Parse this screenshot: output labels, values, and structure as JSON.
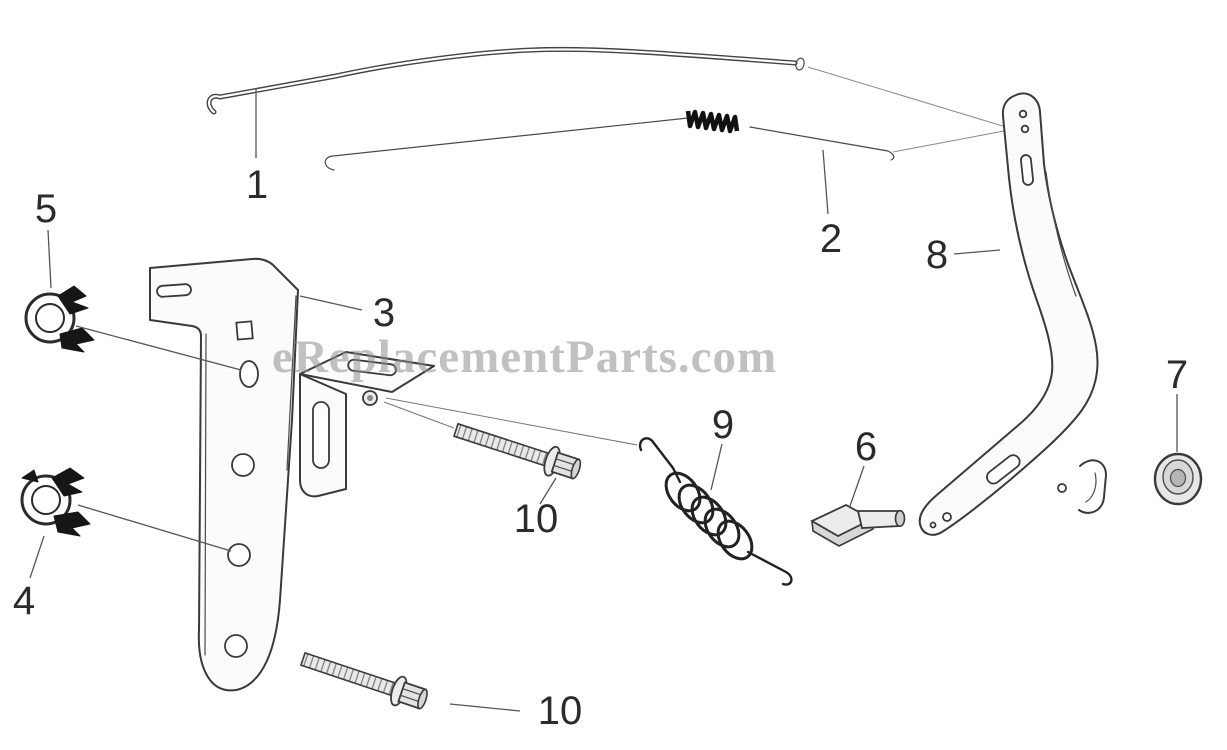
{
  "diagram": {
    "watermark": "eReplacementParts.com",
    "line_color": "#3a3a3a",
    "watermark_color": "#8f8f8f",
    "callouts": [
      {
        "text": "1"
      },
      {
        "text": "2"
      },
      {
        "text": "3"
      },
      {
        "text": "4"
      },
      {
        "text": "5"
      },
      {
        "text": "6"
      },
      {
        "text": "7"
      },
      {
        "text": "8"
      },
      {
        "text": "9"
      },
      {
        "text": "10"
      },
      {
        "text": "10"
      }
    ]
  }
}
